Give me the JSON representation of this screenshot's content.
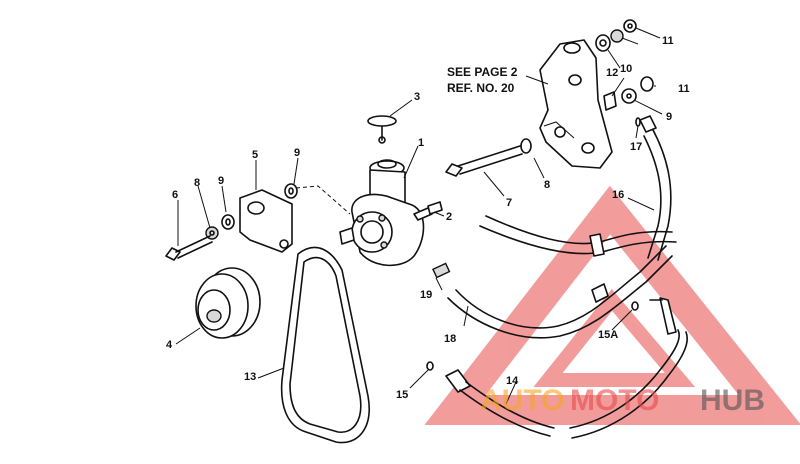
{
  "reference_note": {
    "line1": "SEE PAGE 2",
    "line2": "REF. NO. 20"
  },
  "callouts": [
    "1",
    "2",
    "3",
    "4",
    "5",
    "6",
    "7",
    "8",
    "8",
    "9",
    "9",
    "9",
    "10",
    "11",
    "11",
    "12",
    "13",
    "14",
    "15",
    "15A",
    "16",
    "17",
    "18",
    "19"
  ],
  "watermark": {
    "word_auto": "AUTO",
    "word_moto": "MOTO",
    "word_hub": "HUB",
    "color_auto": "#f5a623",
    "color_moto": "#e84a4a",
    "color_hub": "#555555",
    "triangle_color": "#e84a4a"
  }
}
